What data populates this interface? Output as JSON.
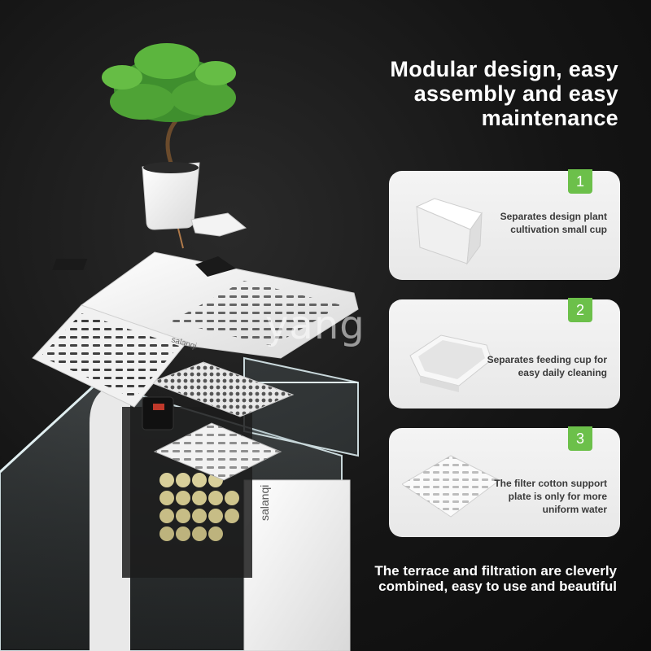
{
  "headline": "Modular design, easy assembly and easy maintenance",
  "features": [
    {
      "number": "1",
      "text": "Separates design plant cultivation small cup",
      "icon": "planter-cup-icon"
    },
    {
      "number": "2",
      "text": "Separates feeding cup for easy daily cleaning",
      "icon": "feeding-cup-icon"
    },
    {
      "number": "3",
      "text": "The filter cotton support plate is only for more uniform water",
      "icon": "filter-plate-icon"
    }
  ],
  "footer": "The terrace and filtration are cleverly combined, easy to use and beautiful",
  "watermark": "yang",
  "brand": "salanqi",
  "colors": {
    "badge": "#6cc04a",
    "background": "#151515",
    "card": "#efefef"
  }
}
